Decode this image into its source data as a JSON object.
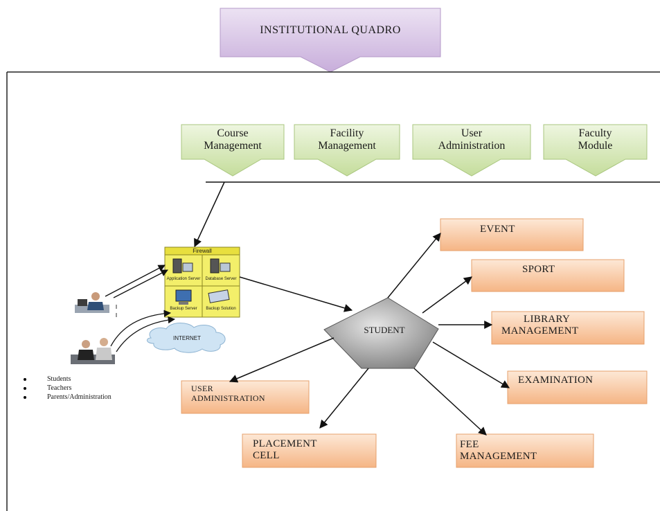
{
  "title": "INSTITUTIONAL QUADRO",
  "modules": [
    {
      "line1": "Course",
      "line2": "Management"
    },
    {
      "line1": "Facility",
      "line2": "Management"
    },
    {
      "line1": "User",
      "line2": "Administration"
    },
    {
      "line1": "Faculty",
      "line2": "Module"
    }
  ],
  "center": "STUDENT",
  "outputs": {
    "event": "EVENT",
    "sport": "SPORT",
    "library_1": "LIBRARY",
    "library_2": "MANAGEMENT",
    "examination": "EXAMINATION",
    "fee_1": "FEE",
    "fee_2": "MANAGEMENT",
    "placement_1": "PLACEMENT",
    "placement_2": "CELL",
    "useradmin_1": "USER",
    "useradmin_2": "ADMINISTRATION"
  },
  "server": {
    "firewall": "Firewall",
    "cells": [
      "Application Server",
      "Database Server",
      "Backup Server",
      "Backup Solution"
    ]
  },
  "internet": "INTERNET",
  "users": [
    "Students",
    "Teachers",
    "Parents/Administration"
  ],
  "colors": {
    "title_fill": "#d9c6e6",
    "module_fill": "#dcebc3",
    "output_fill": "#f8c9a3",
    "student_fill": "#a8a8a8",
    "server_fill": "#f3ef6a"
  }
}
